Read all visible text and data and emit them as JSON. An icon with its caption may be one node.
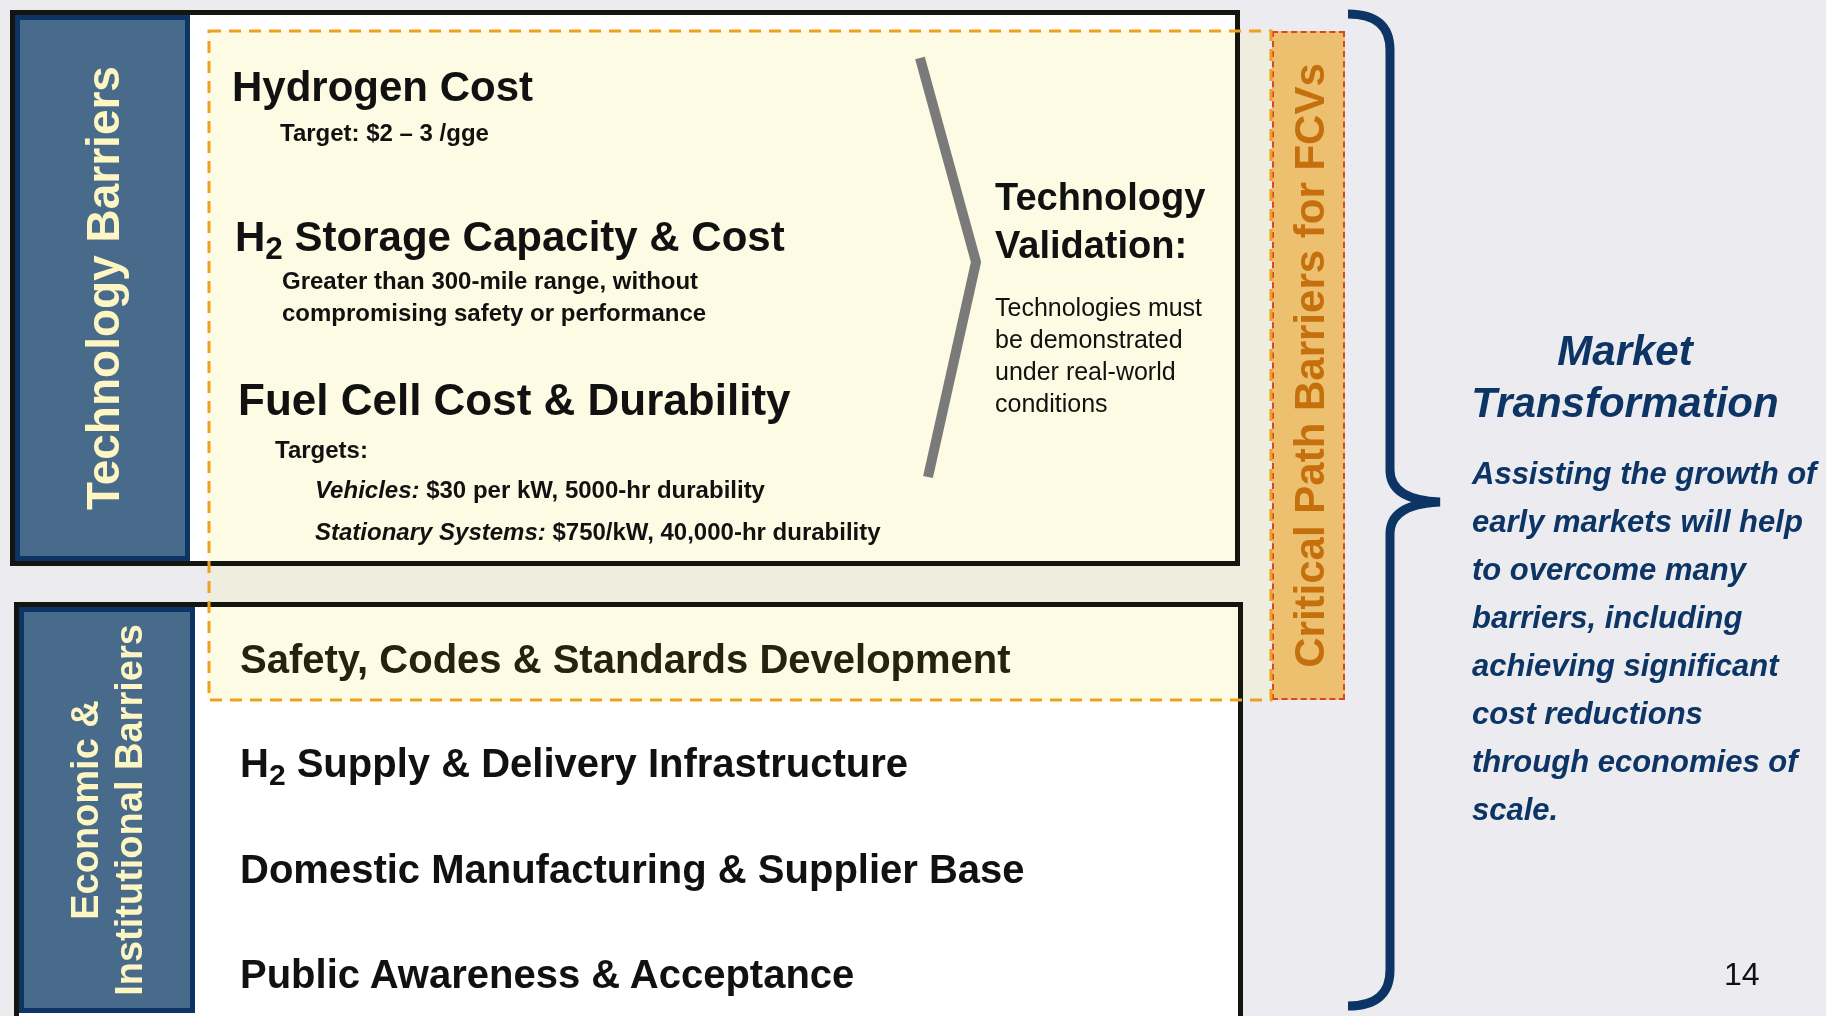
{
  "diagram": {
    "nodes": [
      {
        "text": [
          "Hydrogen Cost",
          "Target: $2 – 3 /gge",
          "H$_{2}$ Storage Capacity & Cost",
          "Greater than 300-mile range, without compromising safety or performance",
          "Fuel Cell Cost & Durability",
          "Targets:",
          "*Vehicles:* $30 per kW, 5000-hr durability",
          "*Stationary Systems:* $750/kW, 40,000-hr durability",
          "Technology Validation:",
          "Technologies must be demonstrated under real-world conditions"
        ]
      },
      {
        "text": [
          "Technology Barriers"
        ],
        "in": 0
      },
      {
        "text": [
          "Safety, Codes & Standards Development",
          "H$_{2}$ Supply & Delivery Infrastructure",
          "Domestic Manufacturing & Supplier Base",
          "Public Awareness & Acceptance"
        ]
      },
      {
        "text": [
          "Economic & Institutional Barriers"
        ],
        "in": 2
      },
      {
        "text": [
          "Critical Path Barriers for FCVs"
        ]
      }
    ],
    "labels": [
      "Market Transformation",
      "Assisting the growth of early markets will help to overcome many barriers, including achieving significant cost reductions through economies of scale.",
      "14"
    ]
  }
}
